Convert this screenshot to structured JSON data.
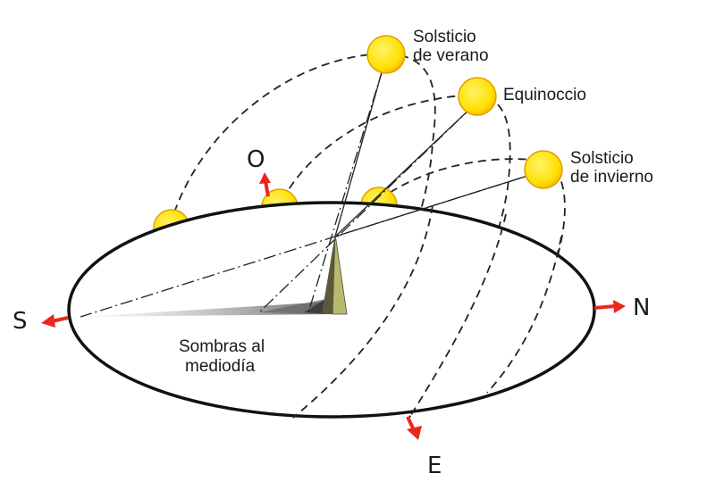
{
  "labels": {
    "summer_solstice_line1": "Solsticio",
    "summer_solstice_line2": "de verano",
    "equinox": "Equinoccio",
    "winter_solstice_line1": "Solsticio",
    "winter_solstice_line2": "de invierno",
    "shadows_line1": "Sombras al",
    "shadows_line2": "mediodía"
  },
  "directions": {
    "west": "O",
    "south": "S",
    "north": "N",
    "east": "E"
  },
  "colors": {
    "sun_fill": "#ffe000",
    "sun_stroke": "#e0a000",
    "arrow": "#e8281e",
    "gnomon_light": "#b7ba6e",
    "gnomon_dark": "#5c5a3a",
    "ellipse_stroke": "#111111",
    "dashed_path": "#222222"
  },
  "icons": [
    "sun-icon",
    "arrow-icon",
    "gnomon-icon"
  ]
}
